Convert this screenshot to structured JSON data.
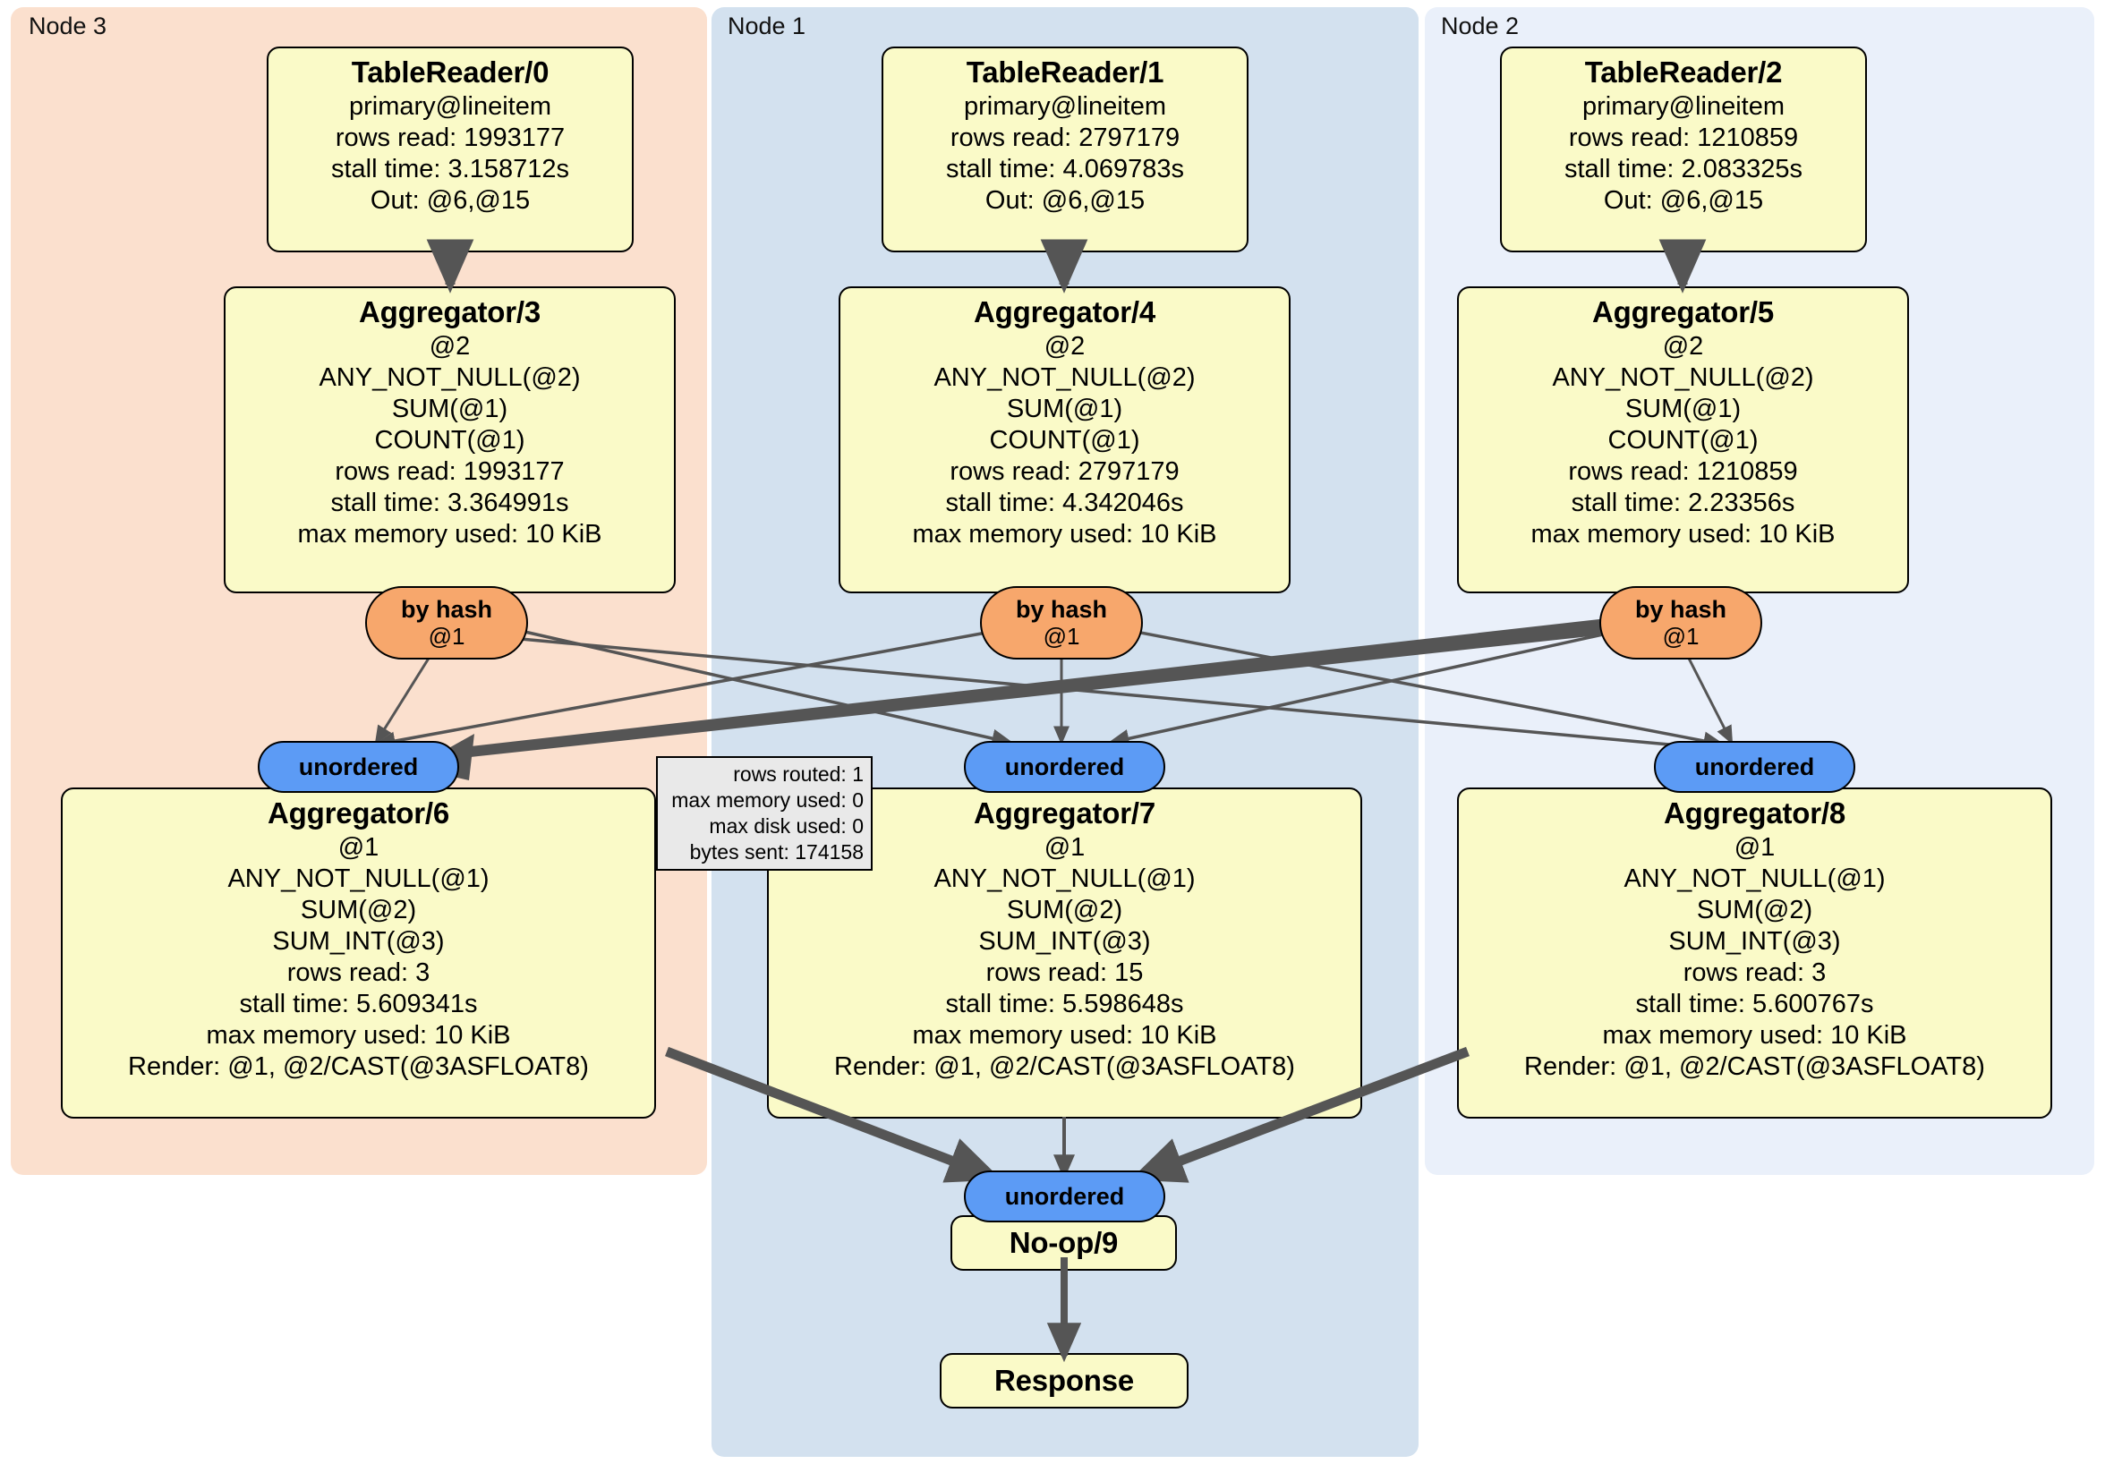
{
  "diagram": {
    "type": "distributed-query-execution-plan",
    "clusters": [
      {
        "id": "node3",
        "label": "Node 3",
        "color": "#FBE0CE"
      },
      {
        "id": "node1",
        "label": "Node 1",
        "color": "#D3E1EF"
      },
      {
        "id": "node2",
        "label": "Node 2",
        "color": "#EAF0FA"
      }
    ],
    "colors": {
      "processor_fill": "#FAFAC8",
      "hash_router_fill": "#F7A76C",
      "unordered_router_fill": "#5C9BF5",
      "stats_fill": "#E9E9E9",
      "edge": "#555555",
      "border": "#000000"
    },
    "processors": [
      {
        "id": "tablereader0",
        "title": "TableReader/0",
        "cluster": "node3",
        "lines": [
          "primary@lineitem",
          "rows read: 1993177",
          "stall time: 3.158712s",
          "Out: @6,@15"
        ]
      },
      {
        "id": "tablereader1",
        "title": "TableReader/1",
        "cluster": "node1",
        "lines": [
          "primary@lineitem",
          "rows read: 2797179",
          "stall time: 4.069783s",
          "Out: @6,@15"
        ]
      },
      {
        "id": "tablereader2",
        "title": "TableReader/2",
        "cluster": "node2",
        "lines": [
          "primary@lineitem",
          "rows read: 1210859",
          "stall time: 2.083325s",
          "Out: @6,@15"
        ]
      },
      {
        "id": "aggregator3",
        "title": "Aggregator/3",
        "cluster": "node3",
        "lines": [
          "@2",
          "ANY_NOT_NULL(@2)",
          "SUM(@1)",
          "COUNT(@1)",
          "rows read: 1993177",
          "stall time: 3.364991s",
          "max memory used: 10 KiB"
        ]
      },
      {
        "id": "aggregator4",
        "title": "Aggregator/4",
        "cluster": "node1",
        "lines": [
          "@2",
          "ANY_NOT_NULL(@2)",
          "SUM(@1)",
          "COUNT(@1)",
          "rows read: 2797179",
          "stall time: 4.342046s",
          "max memory used: 10 KiB"
        ]
      },
      {
        "id": "aggregator5",
        "title": "Aggregator/5",
        "cluster": "node2",
        "lines": [
          "@2",
          "ANY_NOT_NULL(@2)",
          "SUM(@1)",
          "COUNT(@1)",
          "rows read: 1210859",
          "stall time: 2.23356s",
          "max memory used: 10 KiB"
        ]
      },
      {
        "id": "aggregator6",
        "title": "Aggregator/6",
        "cluster": "node3",
        "lines": [
          "@1",
          "ANY_NOT_NULL(@1)",
          "SUM(@2)",
          "SUM_INT(@3)",
          "rows read: 3",
          "stall time: 5.609341s",
          "max memory used: 10 KiB",
          "Render: @1, @2/CAST(@3ASFLOAT8)"
        ]
      },
      {
        "id": "aggregator7",
        "title": "Aggregator/7",
        "cluster": "node1",
        "lines": [
          "@1",
          "ANY_NOT_NULL(@1)",
          "SUM(@2)",
          "SUM_INT(@3)",
          "rows read: 15",
          "stall time: 5.598648s",
          "max memory used: 10 KiB",
          "Render: @1, @2/CAST(@3ASFLOAT8)"
        ]
      },
      {
        "id": "aggregator8",
        "title": "Aggregator/8",
        "cluster": "node2",
        "lines": [
          "@1",
          "ANY_NOT_NULL(@1)",
          "SUM(@2)",
          "SUM_INT(@3)",
          "rows read: 3",
          "stall time: 5.600767s",
          "max memory used: 10 KiB",
          "Render: @1, @2/CAST(@3ASFLOAT8)"
        ]
      },
      {
        "id": "noop9",
        "title": "No-op/9",
        "cluster": "node1",
        "lines": []
      },
      {
        "id": "response",
        "title": "Response",
        "cluster": "node1",
        "lines": []
      }
    ],
    "routers": [
      {
        "id": "hash3",
        "kind": "by-hash",
        "title": "by hash",
        "sub": "@1",
        "cluster": "node3"
      },
      {
        "id": "hash4",
        "kind": "by-hash",
        "title": "by hash",
        "sub": "@1",
        "cluster": "node1"
      },
      {
        "id": "hash5",
        "kind": "by-hash",
        "title": "by hash",
        "sub": "@1",
        "cluster": "node2"
      },
      {
        "id": "unordered6",
        "kind": "unordered",
        "title": "unordered",
        "sub": "",
        "cluster": "node3"
      },
      {
        "id": "unordered7",
        "kind": "unordered",
        "title": "unordered",
        "sub": "",
        "cluster": "node1"
      },
      {
        "id": "unordered8",
        "kind": "unordered",
        "title": "unordered",
        "sub": "",
        "cluster": "node2"
      },
      {
        "id": "unordered9",
        "kind": "unordered",
        "title": "unordered",
        "sub": "",
        "cluster": "node1"
      }
    ],
    "edge_stats": {
      "id": "stats-hash5-to-unordered6",
      "lines": [
        "rows routed: 1",
        "max memory used: 0",
        "max disk used: 0",
        "bytes sent: 174158"
      ]
    }
  }
}
